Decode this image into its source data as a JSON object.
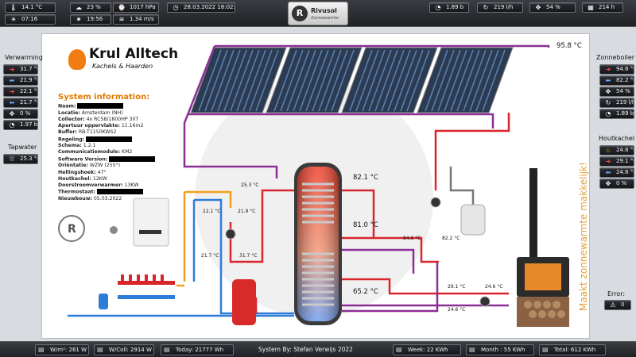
{
  "top": {
    "left": [
      {
        "icon": "thermometer-icon",
        "value": "14.1 °C"
      },
      {
        "icon": "cloud-icon",
        "value": "23 %"
      },
      {
        "icon": "gauge-icon",
        "value": "1017 hPa"
      },
      {
        "icon": "sunrise-icon",
        "value": "07:16"
      },
      {
        "icon": "sunset-icon",
        "value": "19:56"
      },
      {
        "icon": "wind-icon",
        "value": "1.34 m/s"
      }
    ],
    "datetime": "28.03.2022 18:02:05",
    "brand": "Rivusol",
    "brand_sub": "Zonnewarmte",
    "right": [
      {
        "icon": "pressure-icon",
        "value": "1.89 b"
      },
      {
        "icon": "flow-icon",
        "value": "219 l/h"
      },
      {
        "icon": "pump-icon",
        "value": "54 %"
      },
      {
        "icon": "hours-icon",
        "value": "214 h"
      }
    ]
  },
  "company": {
    "name": "Krul Alltech",
    "sub": "Kachels & Haarden"
  },
  "sidebar_left": {
    "title": "Verwarming",
    "items": [
      "31.7 °C",
      "21.9 °C",
      "22.1 °C",
      "21.7 °C",
      "0 %",
      "1.97 b"
    ],
    "tap_title": "Tapwater",
    "tap_value": "25.3 °C"
  },
  "sidebar_right": {
    "boiler_title": "Zonneboiler",
    "boiler_items": [
      "94.6 °C",
      "82.2 °C",
      "54 %",
      "219 l/h",
      "1.89 b"
    ],
    "stove_title": "Houtkachel",
    "stove_items": [
      "24.6 °C",
      "29.1 °C",
      "24.6 °C",
      "0 %"
    ],
    "error_title": "Error:",
    "error_value": "0"
  },
  "system_info": {
    "title": "System information:",
    "rows": [
      {
        "label": "Naam:",
        "value": "",
        "redacted": true
      },
      {
        "label": "Locatie:",
        "value": "Amsterdam (NH)"
      },
      {
        "label": "Collector:",
        "value": "4x RC58/1800HP 30T"
      },
      {
        "label": "Apertuur oppervlakte:",
        "value": "11.16m2"
      },
      {
        "label": "Buffer:",
        "value": "RB-T1150KWS2"
      },
      {
        "label": "Regeling:",
        "value": "",
        "redacted": true
      },
      {
        "label": "Schema:",
        "value": "1.2.1"
      },
      {
        "label": "Communicatiemodule:",
        "value": "KM2"
      },
      {
        "label": "Software Version:",
        "value": "",
        "redacted": true
      },
      {
        "label": "Oriëntatie:",
        "value": "WZW (255°)"
      },
      {
        "label": "Hellingshoek:",
        "value": "47°"
      },
      {
        "label": "Houtkachel:",
        "value": "12KW"
      },
      {
        "label": "Doorstroomverwarmer:",
        "value": "13KW"
      },
      {
        "label": "Thermostaat:",
        "value": "",
        "redacted": true
      },
      {
        "label": "Nieuwbouw:",
        "value": "05.03.2022"
      }
    ]
  },
  "diagram": {
    "collector_temp": "95.8 °C",
    "tank_top": "82.1 °C",
    "tank_mid": "81.0 °C",
    "tank_bottom": "65.2 °C",
    "t_253": "25.3 °C",
    "t_221": "22.1 °C",
    "t_219": "21.9 °C",
    "t_217": "21.7 °C",
    "t_317": "31.7 °C",
    "t_946": "94.6 °C",
    "t_822": "82.2 °C",
    "t_291": "29.1 °C",
    "t_246a": "24.6 °C",
    "t_246b": "24.6 °C",
    "slogan": "Maakt zonnewarmte makkelijk!"
  },
  "bottom": {
    "wm2": "W/m²: 261 W",
    "wcoll": "W/Coll: 2914 W",
    "today": "Today: 21777 Wh",
    "credit": "System By: Stefan Verwijs 2022",
    "week": "Week: 22 KWh",
    "month": "Month : 55 KWh",
    "total": "Total: 612 KWh"
  },
  "colors": {
    "hot": "#d9262c",
    "cold": "#2f7bd8",
    "purple": "#8b2f95",
    "orange": "#f2a01b",
    "accent": "#e07a00"
  }
}
